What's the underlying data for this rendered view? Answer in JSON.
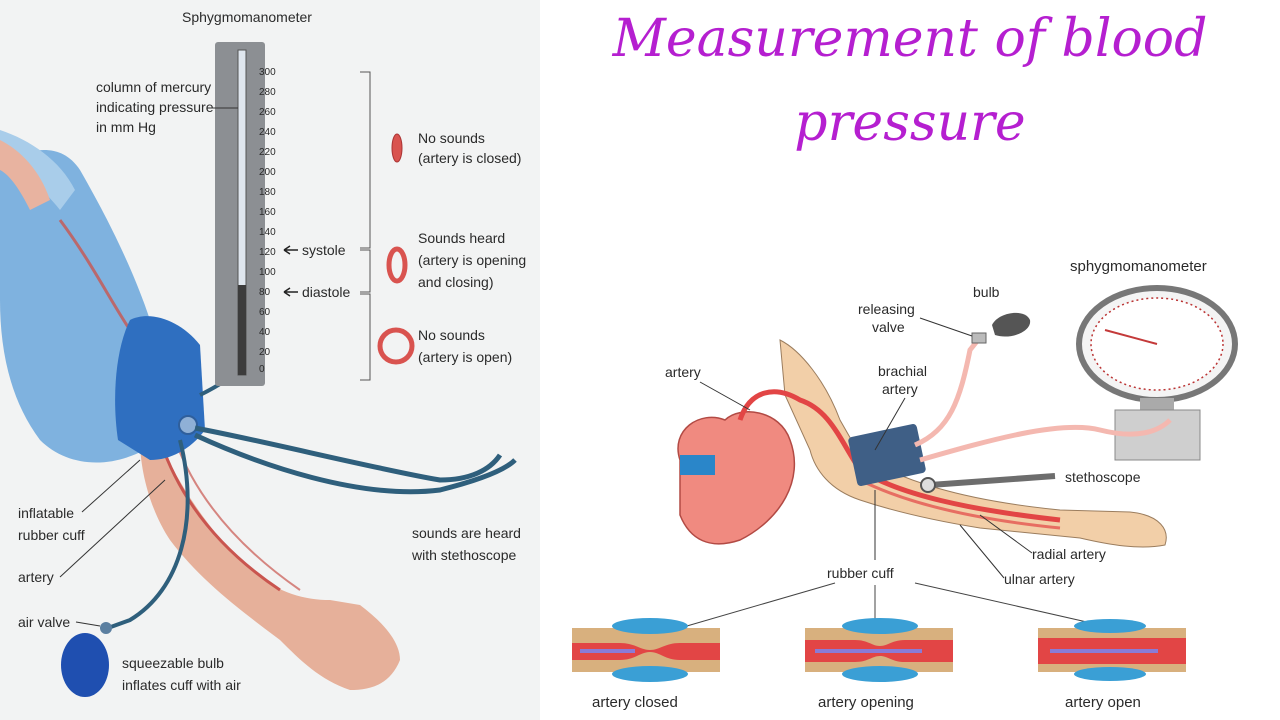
{
  "left_figure": {
    "title": "Sphygmomanometer",
    "mercury_label": [
      "column of mercury",
      "indicating pressure",
      "in mm Hg"
    ],
    "scale_ticks": [
      "300",
      "280",
      "260",
      "240",
      "220",
      "200",
      "180",
      "160",
      "140",
      "120",
      "100",
      "80",
      "60",
      "40",
      "20",
      "0"
    ],
    "systole_label": "systole",
    "diastole_label": "diastole",
    "states": [
      {
        "title": "No sounds",
        "detail": [
          "(artery is closed)"
        ]
      },
      {
        "title": "Sounds heard",
        "detail": [
          "(artery is opening",
          "and closing)"
        ]
      },
      {
        "title": "No sounds",
        "detail": [
          "(artery is open)"
        ]
      }
    ],
    "cuff_label": [
      "inflatable",
      "rubber cuff"
    ],
    "artery_label": "artery",
    "valve_label": "air valve",
    "bulb_label": [
      "squeezable bulb",
      "inflates cuff with air"
    ],
    "stethoscope_label": [
      "sounds are heard",
      "with stethoscope"
    ]
  },
  "heading": [
    "Measurement of blood",
    "pressure"
  ],
  "right_figure": {
    "gauge_label": "sphygmomanometer",
    "bulb_label": "bulb",
    "valve_label": [
      "releasing",
      "valve"
    ],
    "artery_label": "artery",
    "brachial_label": [
      "brachial",
      "artery"
    ],
    "stethoscope_label": "stethoscope",
    "radial_label": "radial artery",
    "ulnar_label": "ulnar artery",
    "cuff_label": "rubber cuff",
    "vessel_states": [
      "artery closed",
      "artery opening",
      "artery open"
    ]
  },
  "colors": {
    "heading": "#b51fd0",
    "artery": "#e24545",
    "cuff_left": "#2f6fc0",
    "cuff_right": "#3f5f86"
  }
}
